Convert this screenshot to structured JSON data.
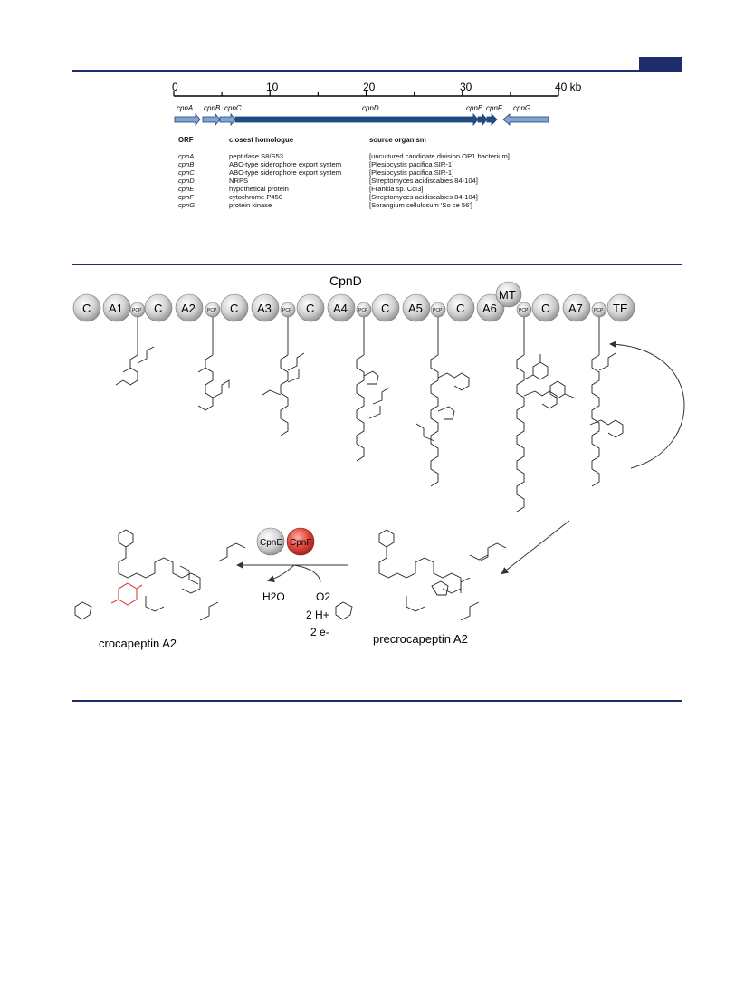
{
  "gene_map": {
    "scale": {
      "ticks": [
        "0",
        "10",
        "20",
        "30",
        "40 kb"
      ]
    },
    "genes": [
      {
        "name": "cpnA",
        "color": "#7fa6d6"
      },
      {
        "name": "cpnB",
        "color": "#7fa6d6"
      },
      {
        "name": "cpnC",
        "color": "#7fa6d6"
      },
      {
        "name": "cpnD",
        "color": "#1f4e86"
      },
      {
        "name": "cpnE",
        "color": "#1f4e86"
      },
      {
        "name": "cpnF",
        "color": "#1f4e86"
      },
      {
        "name": "cpnG",
        "color": "#7fa6d6"
      }
    ],
    "table": {
      "headers": [
        "ORF",
        "closest homologue",
        "source organism"
      ],
      "rows": [
        {
          "orf": "cpnA",
          "homologue": "peptidase S8/S53",
          "organism": "[uncultured candidate division OP1 bacterium]"
        },
        {
          "orf": "cpnB",
          "homologue": "ABC-type siderophore export system",
          "organism": "[Plesiocystis pacifica SIR-1]"
        },
        {
          "orf": "cpnC",
          "homologue": "ABC-type siderophore export system",
          "organism": "[Plesiocystis pacifica SIR-1]"
        },
        {
          "orf": "cpnD",
          "homologue": "NRPS",
          "organism": "[Streptomyces acidiscabies 84-104]"
        },
        {
          "orf": "cpnE",
          "homologue": "hypothetical protein",
          "organism": "[Frankia sp. CcI3]"
        },
        {
          "orf": "cpnF",
          "homologue": "cytochrome P450",
          "organism": "[Streptomyces acidiscabies 84-104]"
        },
        {
          "orf": "cpnG",
          "homologue": "protein kinase",
          "organism": "[Sorangium cellulosum 'So ce 56']"
        }
      ]
    }
  },
  "nrps": {
    "title": "CpnD",
    "domains": [
      "C",
      "A1",
      "PCP",
      "C",
      "A2",
      "PCP",
      "C",
      "A3",
      "PCP",
      "C",
      "A4",
      "PCP",
      "C",
      "A5",
      "PCP",
      "C",
      "A6",
      "MT",
      "PCP",
      "C",
      "A7",
      "PCP",
      "TE"
    ]
  },
  "reaction": {
    "enzymes": [
      "CpnE",
      "CpnF"
    ],
    "product_name": "crocapeptin A2",
    "substrate_name": "precrocapeptin A2",
    "byproduct": "H2O",
    "cofactors": [
      "O2",
      "2 H+",
      "2 e-"
    ]
  },
  "colors": {
    "rule": "#1f2c6b",
    "domain_grey": "#c8c8c8",
    "cpnF_red": "#d9382b",
    "modified_red": "#e0403a"
  }
}
